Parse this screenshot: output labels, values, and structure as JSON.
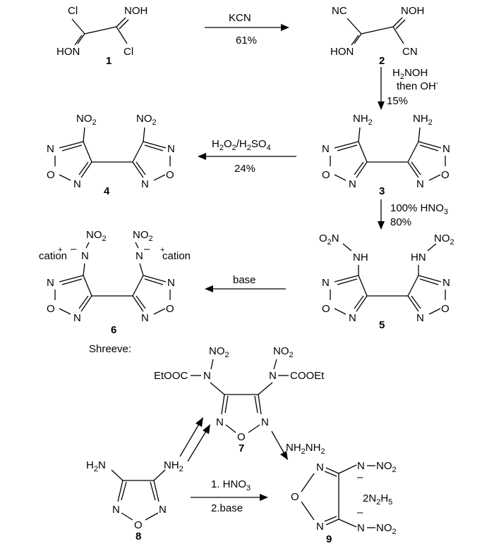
{
  "compounds": {
    "c1": {
      "number": "1",
      "cl_top": "Cl",
      "noh_top": "NOH",
      "hon_bottom": "HON",
      "cl_bottom": "Cl"
    },
    "c2": {
      "number": "2",
      "nc_top": "NC",
      "noh_top": "NOH",
      "hon_bottom": "HON",
      "cn_bottom": "CN"
    },
    "c3": {
      "number": "3",
      "nh2_left": "NH",
      "nh2_right": "NH",
      "sub": "2"
    },
    "c4": {
      "number": "4",
      "no2_left": "NO",
      "no2_right": "NO",
      "sub": "2"
    },
    "c5": {
      "number": "5",
      "o2n_left": "O",
      "o2n_left_tail": "N",
      "nh_left": "NH",
      "hn_right": "HN",
      "no2_right": "NO",
      "sub": "2"
    },
    "c6": {
      "number": "6",
      "cation": "cation",
      "plus": "+",
      "minus": "–",
      "n": "N",
      "no2": "NO",
      "sub": "2"
    },
    "c7": {
      "number": "7",
      "etooc": "EtOOC",
      "cooet": "COOEt",
      "n": "N",
      "no2": "NO",
      "sub": "2"
    },
    "c8": {
      "number": "8",
      "nh2_left": "H",
      "nh2_left_tail": "N",
      "nh2_right": "NH",
      "sub": "2"
    },
    "c9": {
      "number": "9",
      "n_no2": "N",
      "dash_no2": "NO",
      "sub": "2",
      "salt": "2N",
      "salt_mid": "H",
      "salt_sub2": "5",
      "minus": "–"
    }
  },
  "ring_atoms": {
    "n": "N",
    "o": "O"
  },
  "reagents": {
    "r1": {
      "label": "KCN",
      "yield": "61%"
    },
    "r2": {
      "line1_a": "H",
      "line1_sub": "2",
      "line1_b": "NOH",
      "line2_a": "then OH",
      "line2_sup": "-",
      "yield": "15%"
    },
    "r3": {
      "a": "H",
      "sub1": "2",
      "b": "O",
      "c": "/H",
      "sub2": "2",
      "d": "SO",
      "sub3": "4",
      "yield": "24%"
    },
    "r4": {
      "a": "100% HNO",
      "sub": "3",
      "yield": "80%"
    },
    "r5": {
      "label": "base"
    },
    "r6": {
      "a": "NH",
      "sub": "2",
      "b": "NH",
      "sub2": "2"
    },
    "r7": {
      "line1_a": "1. HNO",
      "line1_sub": "3",
      "line2": "2.base"
    }
  },
  "shreeve_label": "Shreeve:"
}
